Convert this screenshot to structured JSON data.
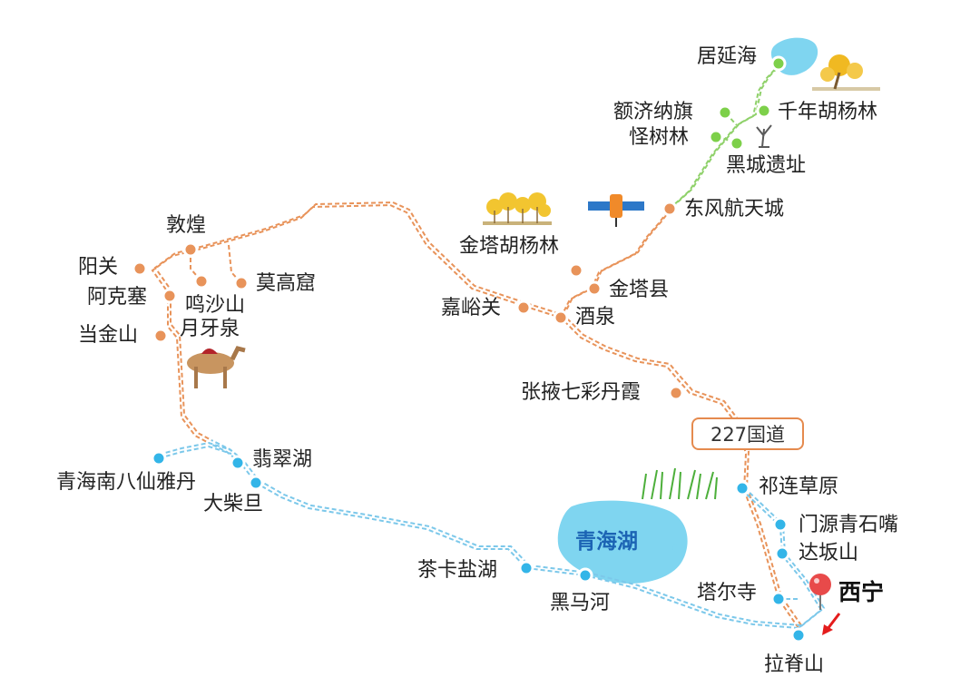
{
  "colors": {
    "orange_route": "#e8935a",
    "green_route": "#8fd16a",
    "blue_route": "#7cc8ea",
    "orange_dot": "#e8935a",
    "green_dot": "#7dd04a",
    "blue_dot": "#33b5e8",
    "lake_fill": "#7fd5f0",
    "pin": "#e84a4a"
  },
  "road_label": "227国道",
  "lakes": {
    "qinghai_lake": "青海湖"
  },
  "city": {
    "xining": "西宁"
  },
  "places": {
    "juyanhai": "居延海",
    "ejina": "额济纳旗",
    "qiannian": "千年胡杨林",
    "guaishulin": "怪树林",
    "heicheng": "黑城遗址",
    "dongfeng": "东风航天城",
    "jinta_huyang": "金塔胡杨林",
    "jinta": "金塔县",
    "jiuquan": "酒泉",
    "jiayuguan": "嘉峪关",
    "zhangye": "张掖七彩丹霞",
    "dunhuang": "敦煌",
    "yangguan": "阳关",
    "akesai": "阿克塞",
    "mingsha": "鸣沙山",
    "yueya": "月牙泉",
    "mogao": "莫高窟",
    "dangjin": "当金山",
    "feicui": "翡翠湖",
    "badian": "青海南八仙雅丹",
    "dachaidan": "大柴旦",
    "chaka": "茶卡盐湖",
    "heima": "黑马河",
    "qilian": "祁连草原",
    "menyuan": "门源青石嘴",
    "daban": "达坂山",
    "taer": "塔尔寺",
    "lajishan": "拉脊山"
  }
}
